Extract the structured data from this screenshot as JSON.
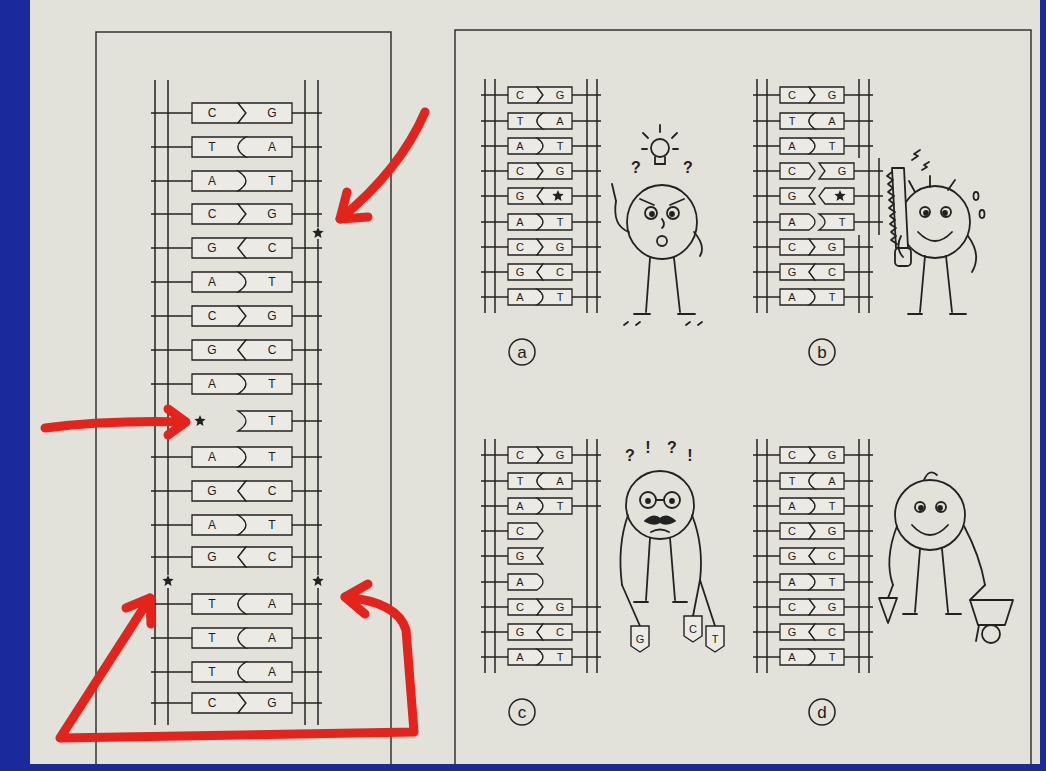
{
  "diagram": {
    "nodes": [
      {
        "text": [
          "C"
        ]
      },
      {
        "text": [
          "G"
        ]
      },
      {
        "text": [
          "T"
        ]
      },
      {
        "text": [
          "A"
        ]
      },
      {
        "text": [
          "A"
        ]
      },
      {
        "text": [
          "T"
        ]
      },
      {
        "text": [
          "C"
        ]
      },
      {
        "text": [
          "G"
        ]
      },
      {
        "text": [
          "G"
        ]
      },
      {
        "text": [
          "C"
        ]
      },
      {
        "text": [
          "A"
        ]
      },
      {
        "text": [
          "T"
        ]
      },
      {
        "text": [
          "C"
        ]
      },
      {
        "text": [
          "G"
        ]
      },
      {
        "text": [
          "G"
        ]
      },
      {
        "text": [
          "C"
        ]
      },
      {
        "text": [
          "A"
        ]
      },
      {
        "text": [
          "T"
        ]
      },
      {
        "text": [
          "T"
        ]
      },
      {
        "text": [
          "A"
        ]
      },
      {
        "text": [
          "T"
        ]
      },
      {
        "text": [
          "G"
        ]
      },
      {
        "text": [
          "C"
        ]
      },
      {
        "text": [
          "A"
        ]
      },
      {
        "text": [
          "T"
        ]
      },
      {
        "text": [
          "G"
        ]
      },
      {
        "text": [
          "C"
        ]
      },
      {
        "text": [
          "T"
        ]
      },
      {
        "text": [
          "A"
        ]
      },
      {
        "text": [
          "T"
        ]
      },
      {
        "text": [
          "A"
        ]
      },
      {
        "text": [
          "T"
        ]
      },
      {
        "text": [
          "A"
        ]
      },
      {
        "text": [
          "C"
        ]
      },
      {
        "text": [
          "G"
        ]
      },
      {
        "text": [
          "C"
        ]
      },
      {
        "text": [
          "G"
        ]
      },
      {
        "text": [
          "T"
        ]
      },
      {
        "text": [
          "A"
        ]
      },
      {
        "text": [
          "A"
        ]
      },
      {
        "text": [
          "T"
        ]
      },
      {
        "text": [
          "C"
        ]
      },
      {
        "text": [
          "G"
        ]
      },
      {
        "text": [
          "G"
        ]
      },
      {
        "text": [
          "A"
        ]
      },
      {
        "text": [
          "T"
        ]
      },
      {
        "text": [
          "C"
        ]
      },
      {
        "text": [
          "G"
        ]
      },
      {
        "text": [
          "G"
        ]
      },
      {
        "text": [
          "C"
        ]
      },
      {
        "text": [
          "A"
        ]
      },
      {
        "text": [
          "T"
        ]
      },
      {
        "text": [
          "a"
        ]
      },
      {
        "text": [
          "C"
        ]
      },
      {
        "text": [
          "G"
        ]
      },
      {
        "text": [
          "T"
        ]
      },
      {
        "text": [
          "A"
        ]
      },
      {
        "text": [
          "A"
        ]
      },
      {
        "text": [
          "T"
        ]
      },
      {
        "text": [
          "C"
        ]
      },
      {
        "text": [
          "G"
        ]
      },
      {
        "text": [
          "G"
        ]
      },
      {
        "text": [
          "A"
        ]
      },
      {
        "text": [
          "T"
        ]
      },
      {
        "text": [
          "C"
        ]
      },
      {
        "text": [
          "G"
        ]
      },
      {
        "text": [
          "G"
        ]
      },
      {
        "text": [
          "C"
        ]
      },
      {
        "text": [
          "A"
        ]
      },
      {
        "text": [
          "T"
        ]
      },
      {
        "text": [
          "b"
        ]
      },
      {
        "text": [
          "C"
        ]
      },
      {
        "text": [
          "G"
        ]
      },
      {
        "text": [
          "T"
        ]
      },
      {
        "text": [
          "A"
        ]
      },
      {
        "text": [
          "A"
        ]
      },
      {
        "text": [
          "T"
        ]
      },
      {
        "text": [
          "C"
        ]
      },
      {
        "text": [
          "G"
        ]
      },
      {
        "text": [
          "A"
        ]
      },
      {
        "text": [
          "C"
        ]
      },
      {
        "text": [
          "G"
        ]
      },
      {
        "text": [
          "G"
        ]
      },
      {
        "text": [
          "C"
        ]
      },
      {
        "text": [
          "A"
        ]
      },
      {
        "text": [
          "T"
        ]
      },
      {
        "text": [
          "G"
        ]
      },
      {
        "text": [
          "C"
        ]
      },
      {
        "text": [
          "T"
        ]
      },
      {
        "text": [
          "c"
        ]
      },
      {
        "text": [
          "C"
        ]
      },
      {
        "text": [
          "G"
        ]
      },
      {
        "text": [
          "T"
        ]
      },
      {
        "text": [
          "A"
        ]
      },
      {
        "text": [
          "A"
        ]
      },
      {
        "text": [
          "T"
        ]
      },
      {
        "text": [
          "C"
        ]
      },
      {
        "text": [
          "G"
        ]
      },
      {
        "text": [
          "G"
        ]
      },
      {
        "text": [
          "C"
        ]
      },
      {
        "text": [
          "A"
        ]
      },
      {
        "text": [
          "T"
        ]
      },
      {
        "text": [
          "C"
        ]
      },
      {
        "text": [
          "G"
        ]
      },
      {
        "text": [
          "G"
        ]
      },
      {
        "text": [
          "C"
        ]
      },
      {
        "text": [
          "A"
        ]
      },
      {
        "text": [
          "T"
        ]
      },
      {
        "text": [
          "d"
        ]
      }
    ],
    "labels": [
      "?",
      "?",
      "?",
      "!",
      "?",
      "!"
    ]
  }
}
